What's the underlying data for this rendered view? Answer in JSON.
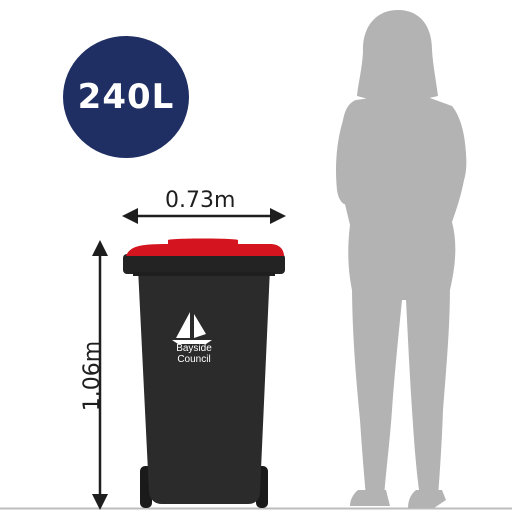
{
  "badge": {
    "capacity": "240L",
    "color": "#1f2f63"
  },
  "dimensions": {
    "width": "0.73m",
    "height": "1.06m"
  },
  "bin": {
    "brand_line1": "Bayside",
    "brand_line2": "Council",
    "body_color": "#2b2b2b",
    "lid_color": "#d4141f"
  },
  "figure": {
    "color": "#b3b3b3"
  },
  "ground": {
    "color": "#bdbdbd"
  }
}
